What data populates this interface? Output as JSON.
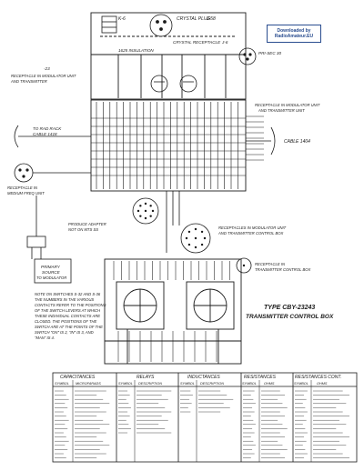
{
  "watermark": {
    "line1": "Downloaded by",
    "line2": "RadioAmateur.EU"
  },
  "labels": {
    "relay_k": "K-6",
    "crystal_plug": "CRYSTAL PLUG",
    "crystal_plug_j": "J-58",
    "crystal_receptacle": "CRYSTAL RECEPTACLE",
    "crystal_receptacle_j": "J-6",
    "insulation": "1625 INSULATION",
    "connector": "-23",
    "pri_sec": "PRI-SEC 30",
    "recept_right_top": "RECEPTACLE IN MODULATOR UNIT",
    "recept_right_top2": "AND TRANSMITTER UNIT",
    "recept_left_top": "RECEPTACLE IN MODULATOR UNIT",
    "recept_left_top2": "AND TRANSMITTER",
    "to_rack": "TO RAD RACK",
    "cable_left": "CABLE 1418",
    "cable_right": "CABLE 1404",
    "recept_left_mid": "RECEPTACLE IN",
    "recept_left_mid2": "MEDIUM FREQ UNIT",
    "remote_plug": "PRODUCE ADAPTER",
    "remote_plug2": "NOT ON MTS SS",
    "primary": "PRIMARY",
    "primary2": "SOURCE",
    "primary3": "TO MODULATOR",
    "recept_right_mid": "RECEPTACLES IN MODULATOR UNIT",
    "recept_right_mid2": "AND TRANSMITTER CONTROL BOX",
    "recept_right_low": "RECEPTACLE IN",
    "recept_right_low2": "TRANSMITTER CONTROL BOX",
    "note_l1": "NOTE ON SWITCHES S-32 AND S-36",
    "note_l2": "THE NUMBERS IN THE VARIOUS",
    "note_l3": "CONTACTS REFER TO THE POSITIONS",
    "note_l4": "OF THE SWITCH LEVERS AT WHICH",
    "note_l5": "THESE INDIVIDUAL CONTACTS ARE",
    "note_l6": "CLOSED. THE POSITIONS OF THE",
    "note_l7": "SWITCH ARE AT THE POINTS OF THE",
    "note_l8": "SWITCH \"ON\" IS 2, \"IN\" IS 3, AND",
    "note_l9": "\"MAN\" IS 4.",
    "type_line1": "TYPE CBY-23243",
    "type_line2": "TRANSMITTER CONTROL BOX"
  },
  "table": {
    "headers": [
      "CAPACITANCES",
      "RELAYS",
      "INDUCTANCES",
      "RESISTANCES",
      "RESISTANCES CONT."
    ],
    "cap_cols": [
      "SYMBOL",
      "MICROFARADS"
    ],
    "rel_cols": [
      "SYMBOL",
      "DESCRIPTION"
    ],
    "ind_cols": [
      "SYMBOL",
      "DESCRIPTION"
    ],
    "res_cols": [
      "SYMBOL",
      "OHMS"
    ],
    "res2_cols": [
      "SYMBOL",
      "OHMS"
    ]
  }
}
